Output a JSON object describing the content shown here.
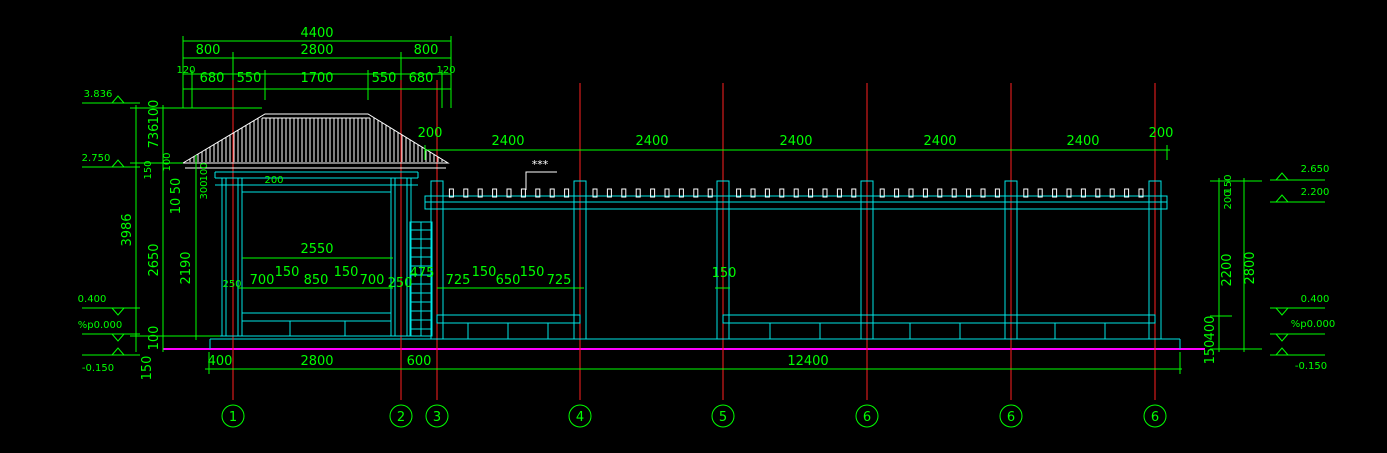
{
  "dims_top": {
    "total": "4400",
    "row2": [
      "800",
      "2800",
      "800"
    ],
    "row3": [
      "120",
      "680",
      "550",
      "1700",
      "550",
      "680",
      "120"
    ],
    "bays": [
      "2400",
      "2400",
      "2400",
      "2400",
      "2400"
    ],
    "edge_left": "200",
    "edge_right": "200"
  },
  "dims_bottom": [
    "400",
    "2800",
    "600",
    "12400"
  ],
  "dims_inner": {
    "span": "2550",
    "pav_seg": [
      "700",
      "150",
      "850",
      "150",
      "700"
    ],
    "col_gap": "250",
    "p1": "475",
    "cor_seg": [
      "725",
      "150",
      "650",
      "150",
      "725"
    ],
    "mid150": "150",
    "bracket": "200",
    "seat_small": "250"
  },
  "dims_left": {
    "outer": [
      "150",
      "3986",
      "2650",
      "2190",
      "100",
      "736",
      "100",
      "10",
      "50"
    ],
    "stack": [
      "150",
      "100",
      "300",
      "100"
    ],
    "levels": [
      "3.836",
      "2.750",
      "0.400",
      "%p0.000",
      "-0.150"
    ]
  },
  "dims_right": {
    "vals": [
      "2800",
      "2200",
      "400",
      "150",
      "200",
      "150"
    ],
    "levels": [
      "2.650",
      "2.200",
      "0.400",
      "%p0.000",
      "-0.150"
    ]
  },
  "label_tag": "***",
  "axes": [
    "1",
    "2",
    "3",
    "4",
    "5",
    "6",
    "6",
    "6"
  ]
}
